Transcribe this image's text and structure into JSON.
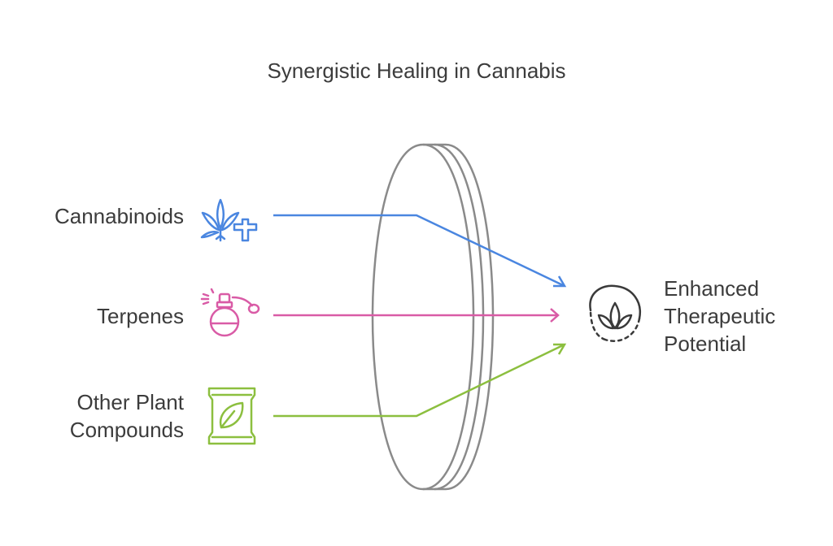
{
  "title": "Synergistic Healing in Cannabis",
  "inputs": [
    {
      "label": "Cannabinoids",
      "icon": "cannabis-leaf-plus-icon",
      "color": "#4a86e0"
    },
    {
      "label": "Terpenes",
      "icon": "perfume-bottle-icon",
      "color": "#d95ba6"
    },
    {
      "label_lines": [
        "Other Plant",
        "Compounds"
      ],
      "icon": "plant-seed-packet-icon",
      "color": "#8cbf3f"
    }
  ],
  "lens": {
    "icon": "lens-icon",
    "color": "#8a8a8a"
  },
  "outcome": {
    "label_lines": [
      "Enhanced",
      "Therapeutic",
      "Potential"
    ],
    "icon": "lotus-icon",
    "color": "#3a3a3a"
  }
}
